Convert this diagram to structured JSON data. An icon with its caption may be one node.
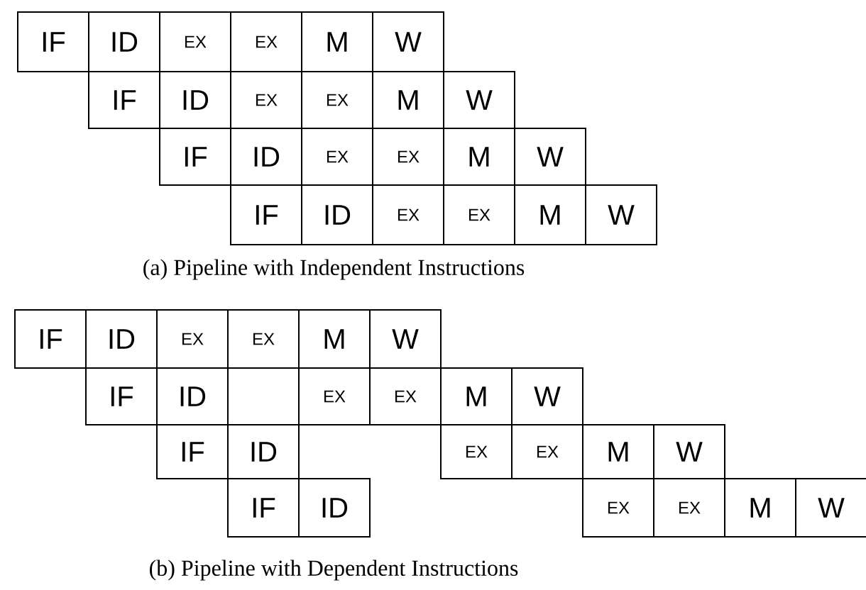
{
  "diagram": {
    "nodes": [
      {
        "text": [
          "IF"
        ]
      },
      {
        "text": [
          "ID"
        ]
      },
      {
        "text": [
          "EX"
        ]
      },
      {
        "text": [
          "EX"
        ]
      },
      {
        "text": [
          "M"
        ]
      },
      {
        "text": [
          "W"
        ]
      },
      {
        "text": [
          "IF"
        ]
      },
      {
        "text": [
          "ID"
        ]
      },
      {
        "text": [
          "EX"
        ]
      },
      {
        "text": [
          "EX"
        ]
      },
      {
        "text": [
          "M"
        ]
      },
      {
        "text": [
          "W"
        ]
      },
      {
        "text": [
          "IF"
        ]
      },
      {
        "text": [
          "ID"
        ]
      },
      {
        "text": [
          "EX"
        ]
      },
      {
        "text": [
          "EX"
        ]
      },
      {
        "text": [
          "M"
        ]
      },
      {
        "text": [
          "W"
        ]
      },
      {
        "text": [
          "IF"
        ]
      },
      {
        "text": [
          "ID"
        ]
      },
      {
        "text": [
          "EX"
        ]
      },
      {
        "text": [
          "EX"
        ]
      },
      {
        "text": [
          "M"
        ]
      },
      {
        "text": [
          "W"
        ]
      },
      {
        "text": [
          "IF"
        ]
      },
      {
        "text": [
          "ID"
        ]
      },
      {
        "text": [
          "EX"
        ]
      },
      {
        "text": [
          "EX"
        ]
      },
      {
        "text": [
          "M"
        ]
      },
      {
        "text": [
          "W"
        ]
      },
      {
        "text": [
          "IF"
        ]
      },
      {
        "text": [
          "ID"
        ]
      },
      {
        "text": [
          "EX"
        ]
      },
      {
        "text": [
          "EX"
        ]
      },
      {
        "text": [
          "M"
        ]
      },
      {
        "text": [
          "W"
        ]
      },
      {
        "text": [
          "IF"
        ]
      },
      {
        "text": [
          "ID"
        ]
      },
      {
        "text": [
          "EX"
        ]
      },
      {
        "text": [
          "EX"
        ]
      },
      {
        "text": [
          "M"
        ]
      },
      {
        "text": [
          "W"
        ]
      },
      {
        "text": [
          "IF"
        ]
      },
      {
        "text": [
          "ID"
        ]
      },
      {
        "text": [
          "EX"
        ]
      },
      {
        "text": [
          "EX"
        ]
      },
      {
        "text": [
          "M"
        ]
      },
      {
        "text": [
          "W"
        ]
      }
    ],
    "labels": [
      "(a) Pipeline with Independent Instructions",
      "(b) Pipeline with Dependent Instructions"
    ]
  }
}
